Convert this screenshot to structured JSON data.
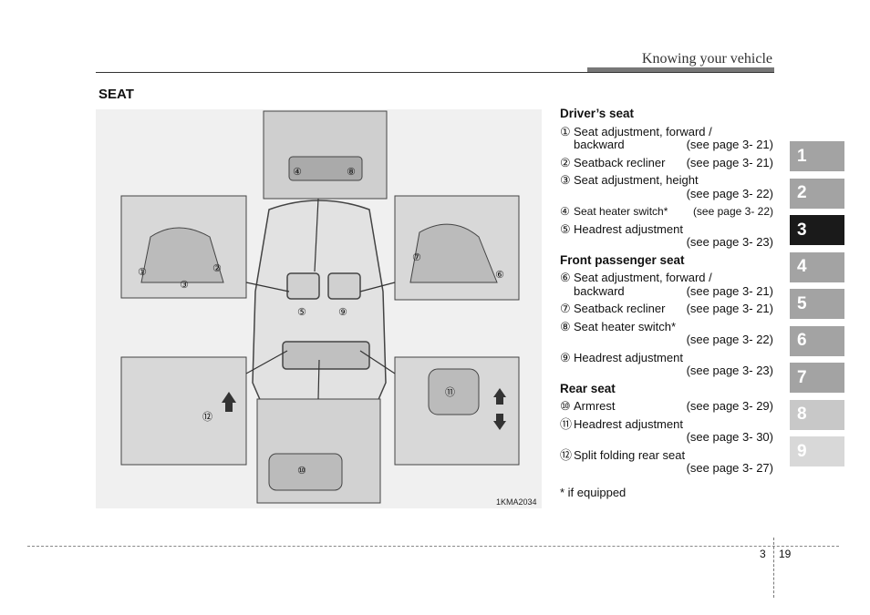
{
  "header": {
    "title": "Knowing your vehicle"
  },
  "section_title": "SEAT",
  "figure": {
    "code": "1KMA2034",
    "callouts": [
      "①",
      "②",
      "③",
      "④",
      "⑤",
      "⑥",
      "⑦",
      "⑧",
      "⑨",
      "⑩",
      "⑪",
      "⑫"
    ]
  },
  "groups": [
    {
      "title": "Driver’s seat",
      "items": [
        {
          "num": "①",
          "text": "Seat adjustment, forward /",
          "text2": "backward",
          "page": "(see page 3- 21)"
        },
        {
          "num": "②",
          "text": "Seatback recliner",
          "page": "(see page 3- 21)"
        },
        {
          "num": "③",
          "text": "Seat adjustment, height",
          "page": "(see page 3- 22)"
        },
        {
          "num": "④",
          "text": "Seat heater switch*",
          "page": "(see page 3- 22)"
        },
        {
          "num": "⑤",
          "text": "Headrest adjustment",
          "page": "(see page 3- 23)"
        }
      ]
    },
    {
      "title": "Front passenger seat",
      "items": [
        {
          "num": "⑥",
          "text": "Seat adjustment, forward /",
          "text2": "backward",
          "page": "(see page 3- 21)"
        },
        {
          "num": "⑦",
          "text": "Seatback recliner",
          "page": "(see page 3- 21)"
        },
        {
          "num": "⑧",
          "text": "Seat heater switch*",
          "page": "(see page 3- 22)"
        },
        {
          "num": "⑨",
          "text": "Headrest adjustment",
          "page": "(see page 3- 23)"
        }
      ]
    },
    {
      "title": "Rear seat",
      "items": [
        {
          "num": "⑩",
          "text": "Armrest",
          "page": "(see page 3- 29)"
        },
        {
          "num": "⑪",
          "text": "Headrest adjustment",
          "page": "(see page 3- 30)"
        },
        {
          "num": "⑫",
          "text": "Split folding rear seat",
          "page": "(see page 3- 27)"
        }
      ]
    }
  ],
  "footnote": "* if equipped",
  "chapter_tabs": [
    {
      "label": "1",
      "color": "#a3a3a3"
    },
    {
      "label": "2",
      "color": "#a3a3a3"
    },
    {
      "label": "3",
      "color": "#1a1a1a"
    },
    {
      "label": "4",
      "color": "#a3a3a3"
    },
    {
      "label": "5",
      "color": "#a3a3a3"
    },
    {
      "label": "6",
      "color": "#a3a3a3"
    },
    {
      "label": "7",
      "color": "#a3a3a3"
    },
    {
      "label": "8",
      "color": "#c8c8c8"
    },
    {
      "label": "9",
      "color": "#d8d8d8"
    }
  ],
  "page": {
    "section": "3",
    "number": "19"
  }
}
